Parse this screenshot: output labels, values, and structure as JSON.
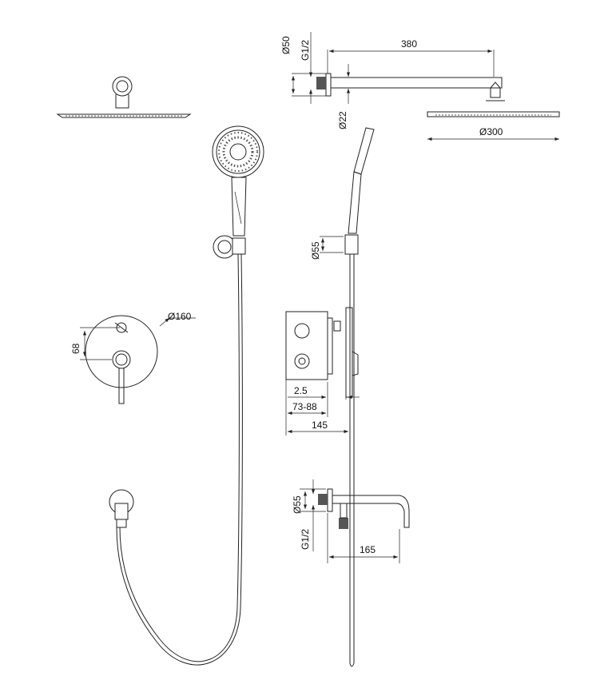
{
  "dimensions": {
    "arm_flange_diameter": "Ø50",
    "arm_thread": "G1/2",
    "arm_length": "380",
    "arm_diameter": "Ø22",
    "head_diameter": "Ø300",
    "holder_diameter": "Ø55",
    "plate_diameter": "Ø160",
    "plate_spacing": "68",
    "plate_depth": "2.5",
    "box_depth": "73-88",
    "total_depth": "145",
    "outlet_diameter": "Ø55",
    "outlet_thread": "G1/2",
    "spout_length": "165"
  }
}
